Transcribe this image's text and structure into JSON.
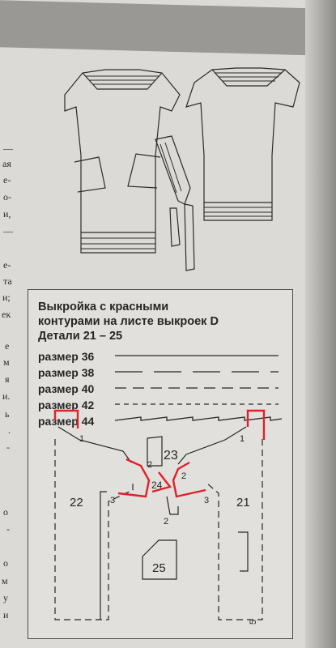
{
  "title": {
    "line1": "Выкройка с красными",
    "line2": "контурами на листе выкроек D",
    "line3": "Детали 21 – 25"
  },
  "sizes": [
    {
      "label": "размер 36",
      "style": "solid-thin"
    },
    {
      "label": "размер 38",
      "style": "long-dash"
    },
    {
      "label": "размер 40",
      "style": "dash"
    },
    {
      "label": "размер 42",
      "style": "dash-dot"
    },
    {
      "label": "размер 44",
      "style": "zigzag"
    }
  ],
  "pieces": {
    "p21": "21",
    "p22": "22",
    "p23": "23",
    "p24": "24",
    "p25": "25"
  },
  "marks": {
    "m1a": "1",
    "m1b": "1",
    "m2a": "2",
    "m2b": "2",
    "m2c": "2",
    "m3a": "3",
    "m3b": "3",
    "m5": "5"
  },
  "margin_fragments": [
    "—",
    "ая",
    "е-",
    "о-",
    "и,",
    "—",
    "е-",
    "та",
    "и;",
    "ек",
    "е",
    "м",
    "я",
    "и.",
    "ь",
    ".",
    "-",
    "о",
    "-",
    "о",
    "м",
    "у",
    "и"
  ],
  "colors": {
    "ink": "#262626",
    "red": "#e0202a",
    "paper": "#e2e0dc"
  }
}
